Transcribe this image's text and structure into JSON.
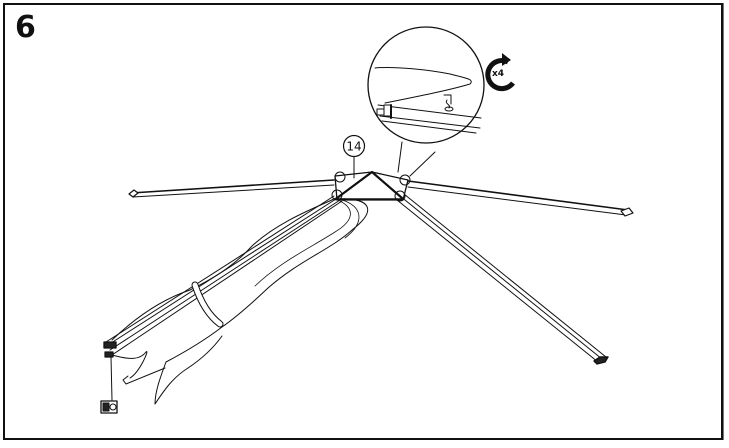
{
  "step": {
    "number": "6"
  },
  "parts": {
    "hub_label": "14"
  },
  "detail_callout": {
    "description": "magnified view of screw fastening arm to hub",
    "rotation_icon": "clockwise-rotation-icon",
    "rotation_count": "x4"
  },
  "assembly": {
    "arms": [
      "left-arm",
      "right-arm",
      "front-right-arm",
      "folded-canopy-arm"
    ],
    "hub_joints": 4
  },
  "colors": {
    "line": "#111111",
    "background": "#ffffff"
  }
}
